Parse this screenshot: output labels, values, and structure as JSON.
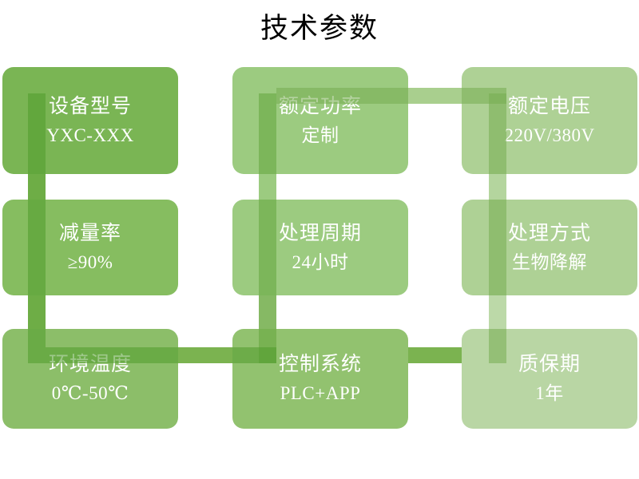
{
  "header": {
    "title": "技术参数"
  },
  "palette": {
    "card_dark": "#7ab554",
    "card_mid": "#8cbe69",
    "card_light": "#9ccb80",
    "card_lighter": "#aed195",
    "card_lightest": "#b9d6a4",
    "connector_dark": "#6ead46",
    "connector_mid": "#86b964",
    "connector_light": "#a9cf8e",
    "connector_lighter": "#bcd9a8",
    "text": "#ffffff",
    "title_text": "#000000",
    "background": "#ffffff"
  },
  "cards": [
    {
      "id": "device-model",
      "label": "设备型号",
      "value": "YXC-XXX",
      "color": "#7ab554"
    },
    {
      "id": "rated-power",
      "label": "额定功率",
      "value": "定制",
      "color": "#9ccb80"
    },
    {
      "id": "rated-voltage",
      "label": "额定电压",
      "value": "220V/380V",
      "color": "#aed195"
    },
    {
      "id": "reduction-rate",
      "label": "减量率",
      "value": "≥90%",
      "color": "#86bd60"
    },
    {
      "id": "treatment-cycle",
      "label": "处理周期",
      "value": "24小时",
      "color": "#9ccb80"
    },
    {
      "id": "treatment-method",
      "label": "处理方式",
      "value": "生物降解",
      "color": "#aed195"
    },
    {
      "id": "ambient-temperature",
      "label": "环境温度",
      "value": "0℃-50℃",
      "color": "#8cbe69"
    },
    {
      "id": "control-system",
      "label": "控制系统",
      "value": "PLC+APP",
      "color": "#92c26f"
    },
    {
      "id": "warranty-period",
      "label": "质保期",
      "value": "1年",
      "color": "#b9d6a4"
    }
  ]
}
